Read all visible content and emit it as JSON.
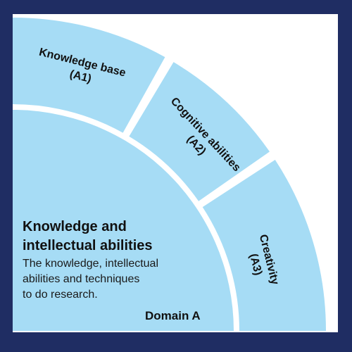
{
  "colors": {
    "frame": "#1f2d63",
    "segment_fill": "#a6dcf5",
    "divider": "#ffffff",
    "text": "#111111"
  },
  "segments": [
    {
      "label_lines": [
        "Knowledge base",
        "(A1)"
      ]
    },
    {
      "label_lines": [
        "Cognitive abilities",
        "(A2)"
      ]
    },
    {
      "label_lines": [
        "Creativity",
        "(A3)"
      ]
    }
  ],
  "core": {
    "title_lines": [
      "Knowledge and",
      "intellectual abilities"
    ],
    "description_lines": [
      "The knowledge, intellectual",
      "abilities and techniques",
      "to do research."
    ],
    "domain_label": "Domain A"
  }
}
